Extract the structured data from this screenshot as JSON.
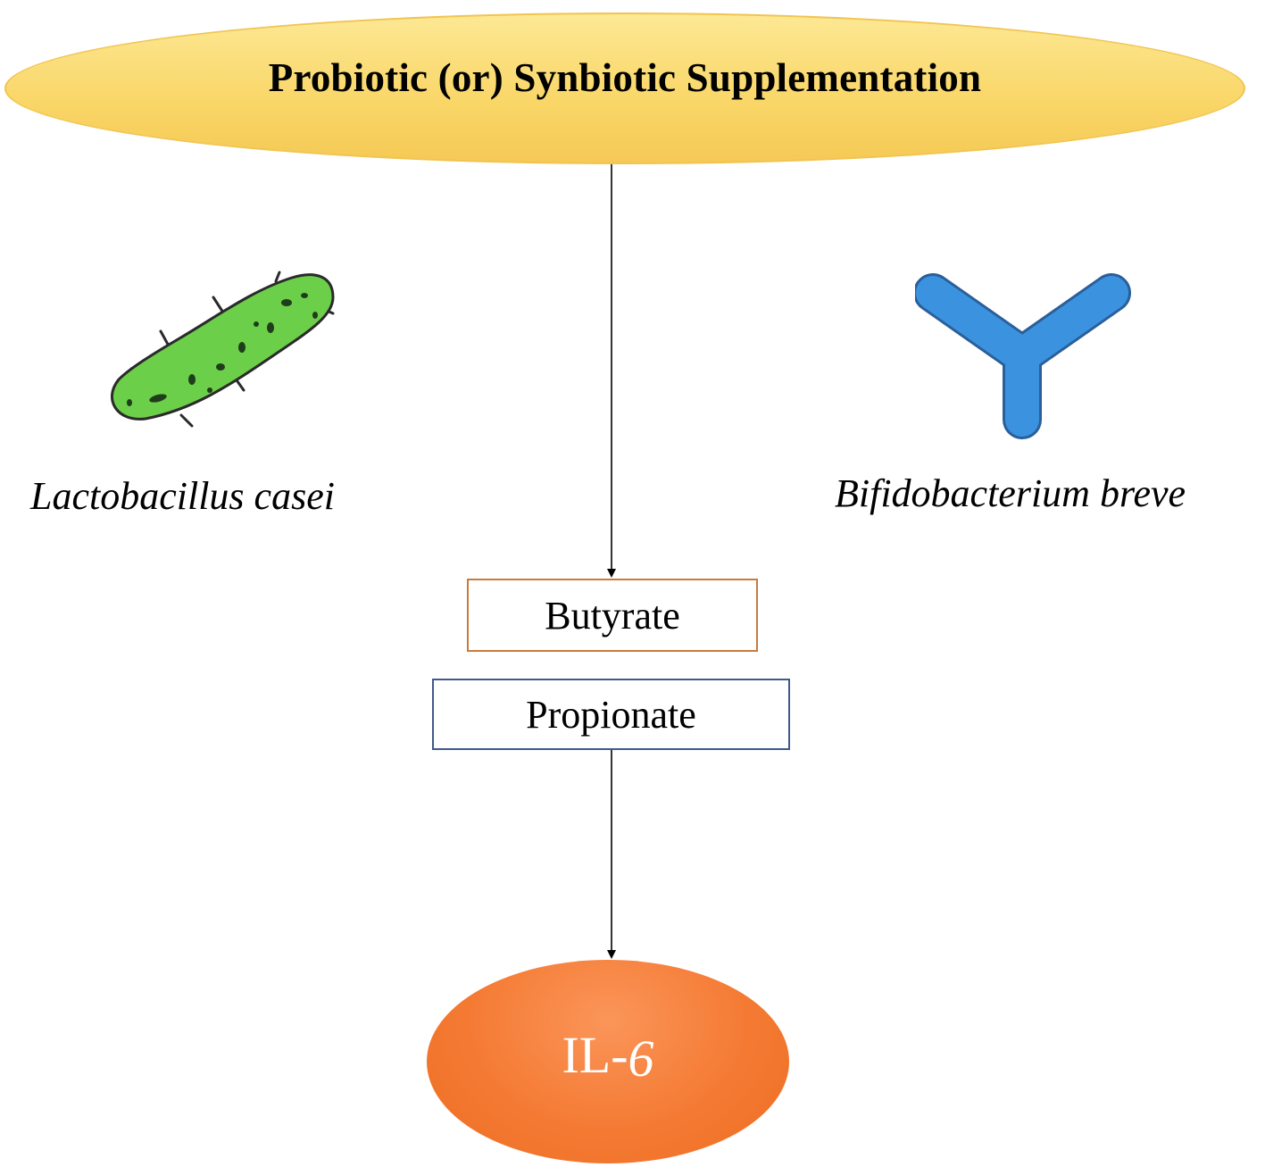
{
  "diagram": {
    "header": {
      "label": "Probiotic (or) Synbiotic Supplementation"
    },
    "organisms": [
      {
        "name": "Lactobacillus casei",
        "icon": "rod-bacterium-icon",
        "color": "#6ccf4a"
      },
      {
        "name": "Bifidobacterium breve",
        "icon": "y-shaped-bacterium-icon",
        "color": "#3b93e0"
      }
    ],
    "metabolites": [
      {
        "label": "Butyrate",
        "border_color": "#c97b3e"
      },
      {
        "label": "Propionate",
        "border_color": "#3f5a8a"
      }
    ],
    "target": {
      "label_prefix": "IL-",
      "label_number": "6",
      "color": "#f47a33"
    }
  }
}
